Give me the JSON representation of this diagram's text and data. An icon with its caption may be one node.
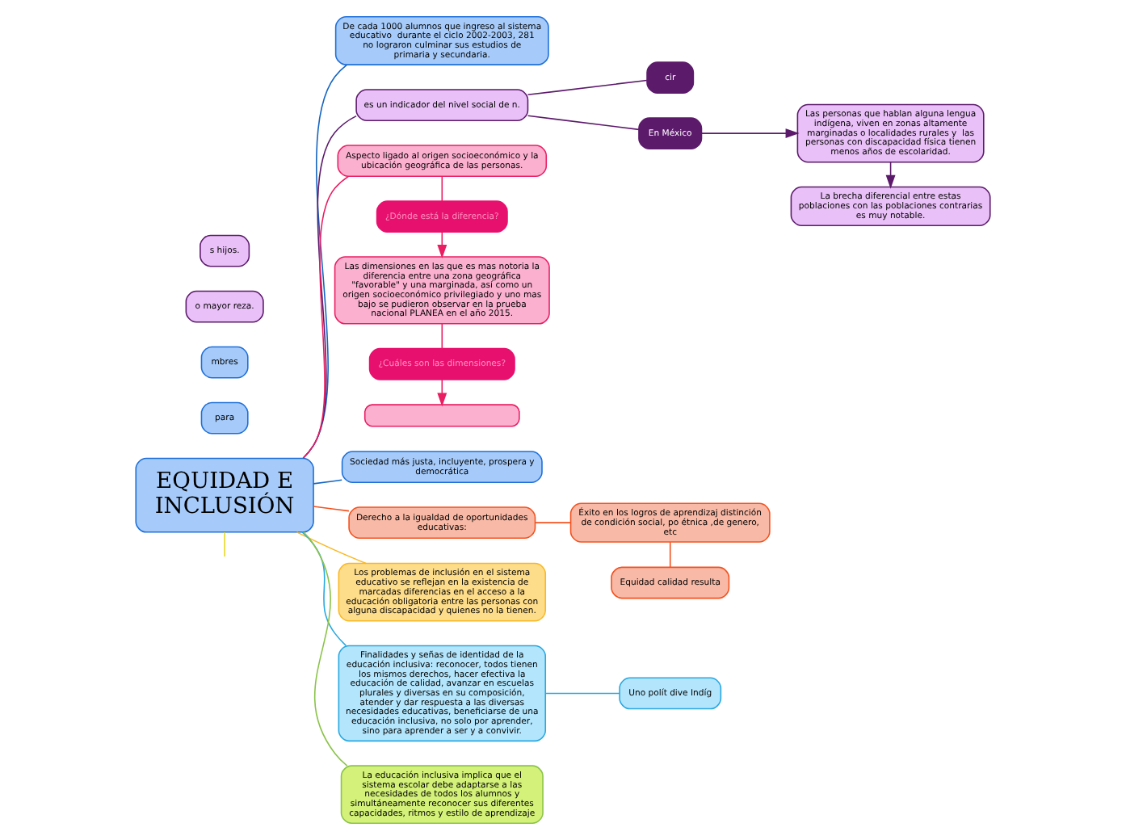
{
  "diagram": {
    "nodes": [
      {
        "text": [
          "EQUIDAD E INCLUSIÓN"
        ]
      },
      {
        "text": [
          "para"
        ]
      },
      {
        "text": [
          "De cada 1000 alumnos que ingreso al sistema educativo  durante el ciclo 2002-2003, 281 no lograron culminar sus estudios de primaria y secundaria."
        ]
      },
      {
        "text": [
          "mbres"
        ]
      },
      {
        "text": [
          "es un indicador del nivel social de n."
        ]
      },
      {
        "text": [
          "cir"
        ]
      },
      {
        "text": [
          "En México"
        ]
      },
      {
        "text": [
          "o mayor reza."
        ]
      },
      {
        "text": [
          "Las personas que hablan alguna lengua indígena, viven en zonas altamente marginadas o localidades rurales y  las personas con discapacidad física tienen menos años de escolaridad."
        ]
      },
      {
        "text": [
          "s hijos."
        ]
      },
      {
        "text": [
          "La brecha diferencial entre estas poblaciones con las poblaciones contrarias es muy notable."
        ]
      },
      {
        "text": [
          "Aspecto ligado al origen socioeconómico y la ubicación geográfica de las personas."
        ]
      },
      {
        "text": [
          "¿Dónde está la diferencia?"
        ]
      },
      {
        "text": [
          "Las dimensiones en las que es mas notoria la diferencia entre una zona geográfica \"favorable\" y una marginada, así como un origen socioeconómico privilegiado y uno mas bajo se pudieron observar en la prueba nacional PLANEA en el año 2015."
        ]
      },
      {
        "text": [
          "¿Cuáles son las dimensiones?"
        ]
      },
      {
        "text": [],
        "shape": "box"
      },
      {
        "text": [
          "Sociedad más justa, incluyente, prospera y democrática"
        ]
      },
      {
        "text": [
          "Éxito en los logros de aprendizaj distinción de condición social, po étnica ,de genero, etc"
        ]
      },
      {
        "text": [
          "Derecho a la igualdad de oportunidades educativas:"
        ]
      },
      {
        "text": [
          "Equidad calidad resulta"
        ]
      },
      {
        "text": [
          "Los problemas de inclusión en el sistema educativo se reflejan en la existencia de marcadas diferencias en el acceso a la educación obligatoria entre las personas con alguna discapacidad y quienes no la tienen."
        ]
      },
      {
        "text": [
          "Finalidades y señas de identidad de la educación inclusiva: reconocer, todos tienen los mismos derechos, hacer efectiva la educación de calidad, avanzar en escuelas plurales y diversas en su composición, atender y dar respuesta a las diversas necesidades educativas, beneficiarse de una educación inclusiva, no solo por aprender, sino para aprender a ser y a convivir."
        ]
      },
      {
        "text": [
          "Uno polít dive Indíg"
        ]
      },
      {
        "text": [
          "La educación inclusiva implica que el sistema escolar debe adaptarse a las necesidades de todos los alumnos y simultáneamente reconocer sus diferentes capacidades, ritmos y estilo de aprendizaje"
        ]
      }
    ],
    "edges": [
      {
        "from": 0,
        "to": 2,
        "arrow": "none",
        "color": "#1565c0"
      },
      {
        "from": 0,
        "to": 4,
        "arrow": "none",
        "color": "#5c1a6b"
      },
      {
        "from": 4,
        "to": 5,
        "arrow": "none",
        "color": "#5c1a6b"
      },
      {
        "from": 4,
        "to": 6,
        "arrow": "none",
        "color": "#5c1a6b"
      },
      {
        "from": 6,
        "to": 8,
        "arrow": "to",
        "color": "#5c1a6b"
      },
      {
        "from": 8,
        "to": 10,
        "arrow": "to",
        "color": "#5c1a6b"
      },
      {
        "from": 0,
        "to": 11,
        "arrow": "none",
        "color": "#e91e63"
      },
      {
        "from": 11,
        "to": 12,
        "arrow": "none",
        "color": "#e91e63"
      },
      {
        "from": 12,
        "to": 13,
        "arrow": "to",
        "color": "#e91e63"
      },
      {
        "from": 13,
        "to": 14,
        "arrow": "none",
        "color": "#e91e63"
      },
      {
        "from": 14,
        "to": 15,
        "arrow": "to",
        "color": "#e91e63"
      },
      {
        "from": 0,
        "to": null,
        "arrow": "none",
        "color": "#e6d81e"
      },
      {
        "from": 0,
        "to": 16,
        "arrow": "none",
        "color": "#1565c0"
      },
      {
        "from": 0,
        "to": 18,
        "arrow": "none",
        "color": "#f4511e"
      },
      {
        "from": 18,
        "to": 17,
        "arrow": "none",
        "color": "#f4511e"
      },
      {
        "from": 17,
        "to": 19,
        "arrow": "none",
        "color": "#f4511e"
      },
      {
        "from": 0,
        "to": 20,
        "arrow": "none",
        "color": "#f9b825"
      },
      {
        "from": 0,
        "to": 21,
        "arrow": "none",
        "color": "#29a8e0"
      },
      {
        "from": 21,
        "to": 22,
        "arrow": "none",
        "color": "#29a8e0"
      },
      {
        "from": 0,
        "to": 23,
        "arrow": "none",
        "color": "#8bc34a"
      }
    ]
  }
}
